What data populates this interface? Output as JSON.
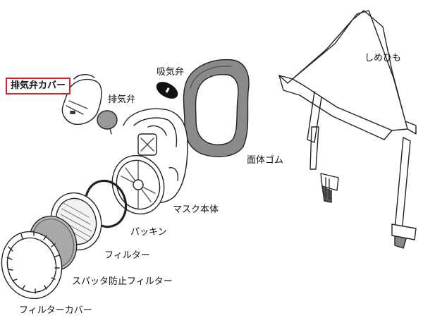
{
  "labels": {
    "exhaust_valve_cover": "排気弁カバー",
    "exhaust_valve": "排気弁",
    "intake_valve": "吸気弁",
    "face_rubber": "面体ゴム",
    "headband": "しめひも",
    "mask_body": "マスク本体",
    "gasket": "パッキン",
    "filter": "フィルター",
    "spatter_filter": "スパッタ防止フィルター",
    "filter_cover": "フィルターカバー"
  },
  "colors": {
    "highlight_border": "#d0202a",
    "line": "#222222",
    "rubber_fill": "#8a8a8a",
    "dark_part": "#111111",
    "valve_fill": "#9a9a9a"
  }
}
